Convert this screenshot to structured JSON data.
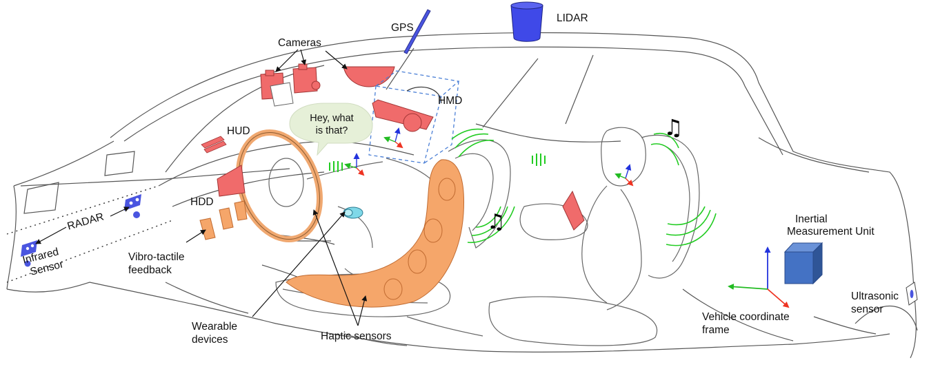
{
  "labels": {
    "gps": "GPS",
    "lidar": "LIDAR",
    "cameras": "Cameras",
    "hmd": "HMD",
    "hud": "HUD",
    "hdd": "HDD",
    "radar": "RADAR",
    "infrared_line1": "Infrared",
    "infrared_line2": "Sensor",
    "vibro_line1": "Vibro-tactile",
    "vibro_line2": "feedback",
    "wearable_line1": "Wearable",
    "wearable_line2": "devices",
    "haptic": "Haptic sensors",
    "imu_line1": "Inertial",
    "imu_line2": "Measurement Unit",
    "ultrasonic_line1": "Ultrasonic",
    "ultrasonic_line2": "sensor",
    "vehicle_frame_line1": "Vehicle coordinate",
    "vehicle_frame_line2": "frame"
  },
  "speech_bubble": {
    "line1": "Hey, what",
    "line2": "is that?"
  },
  "icons": [
    "music-note-icon",
    "sound-wave-icon",
    "coordinate-axes-icon",
    "cube-icon"
  ],
  "colors": {
    "sensor_red": "#f06b6b",
    "sensor_blue": "#4a55e0",
    "lidar_blue": "#3f49e8",
    "haptic_orange": "#f5a66a",
    "sound_green": "#22cc22",
    "axis_blue": "#2233dd",
    "axis_green": "#22bb22",
    "axis_red": "#ee3322",
    "imu_cube": "#4472c4",
    "bubble_fill": "#e6f0d8",
    "hmd_box": "#4a7fd6"
  }
}
